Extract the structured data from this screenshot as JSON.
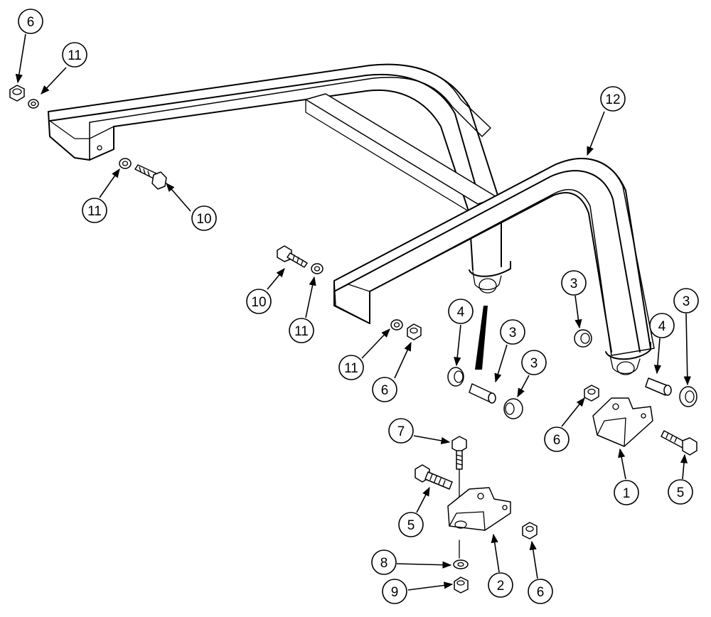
{
  "callouts": [
    {
      "label": "6"
    },
    {
      "label": "11"
    },
    {
      "label": "11"
    },
    {
      "label": "10"
    },
    {
      "label": "10"
    },
    {
      "label": "11"
    },
    {
      "label": "11"
    },
    {
      "label": "6"
    },
    {
      "label": "12"
    },
    {
      "label": "3"
    },
    {
      "label": "4"
    },
    {
      "label": "3"
    },
    {
      "label": "3"
    },
    {
      "label": "4"
    },
    {
      "label": "3"
    },
    {
      "label": "6"
    },
    {
      "label": "1"
    },
    {
      "label": "5"
    },
    {
      "label": "7"
    },
    {
      "label": "5"
    },
    {
      "label": "2"
    },
    {
      "label": "6"
    },
    {
      "label": "8"
    },
    {
      "label": "9"
    }
  ]
}
